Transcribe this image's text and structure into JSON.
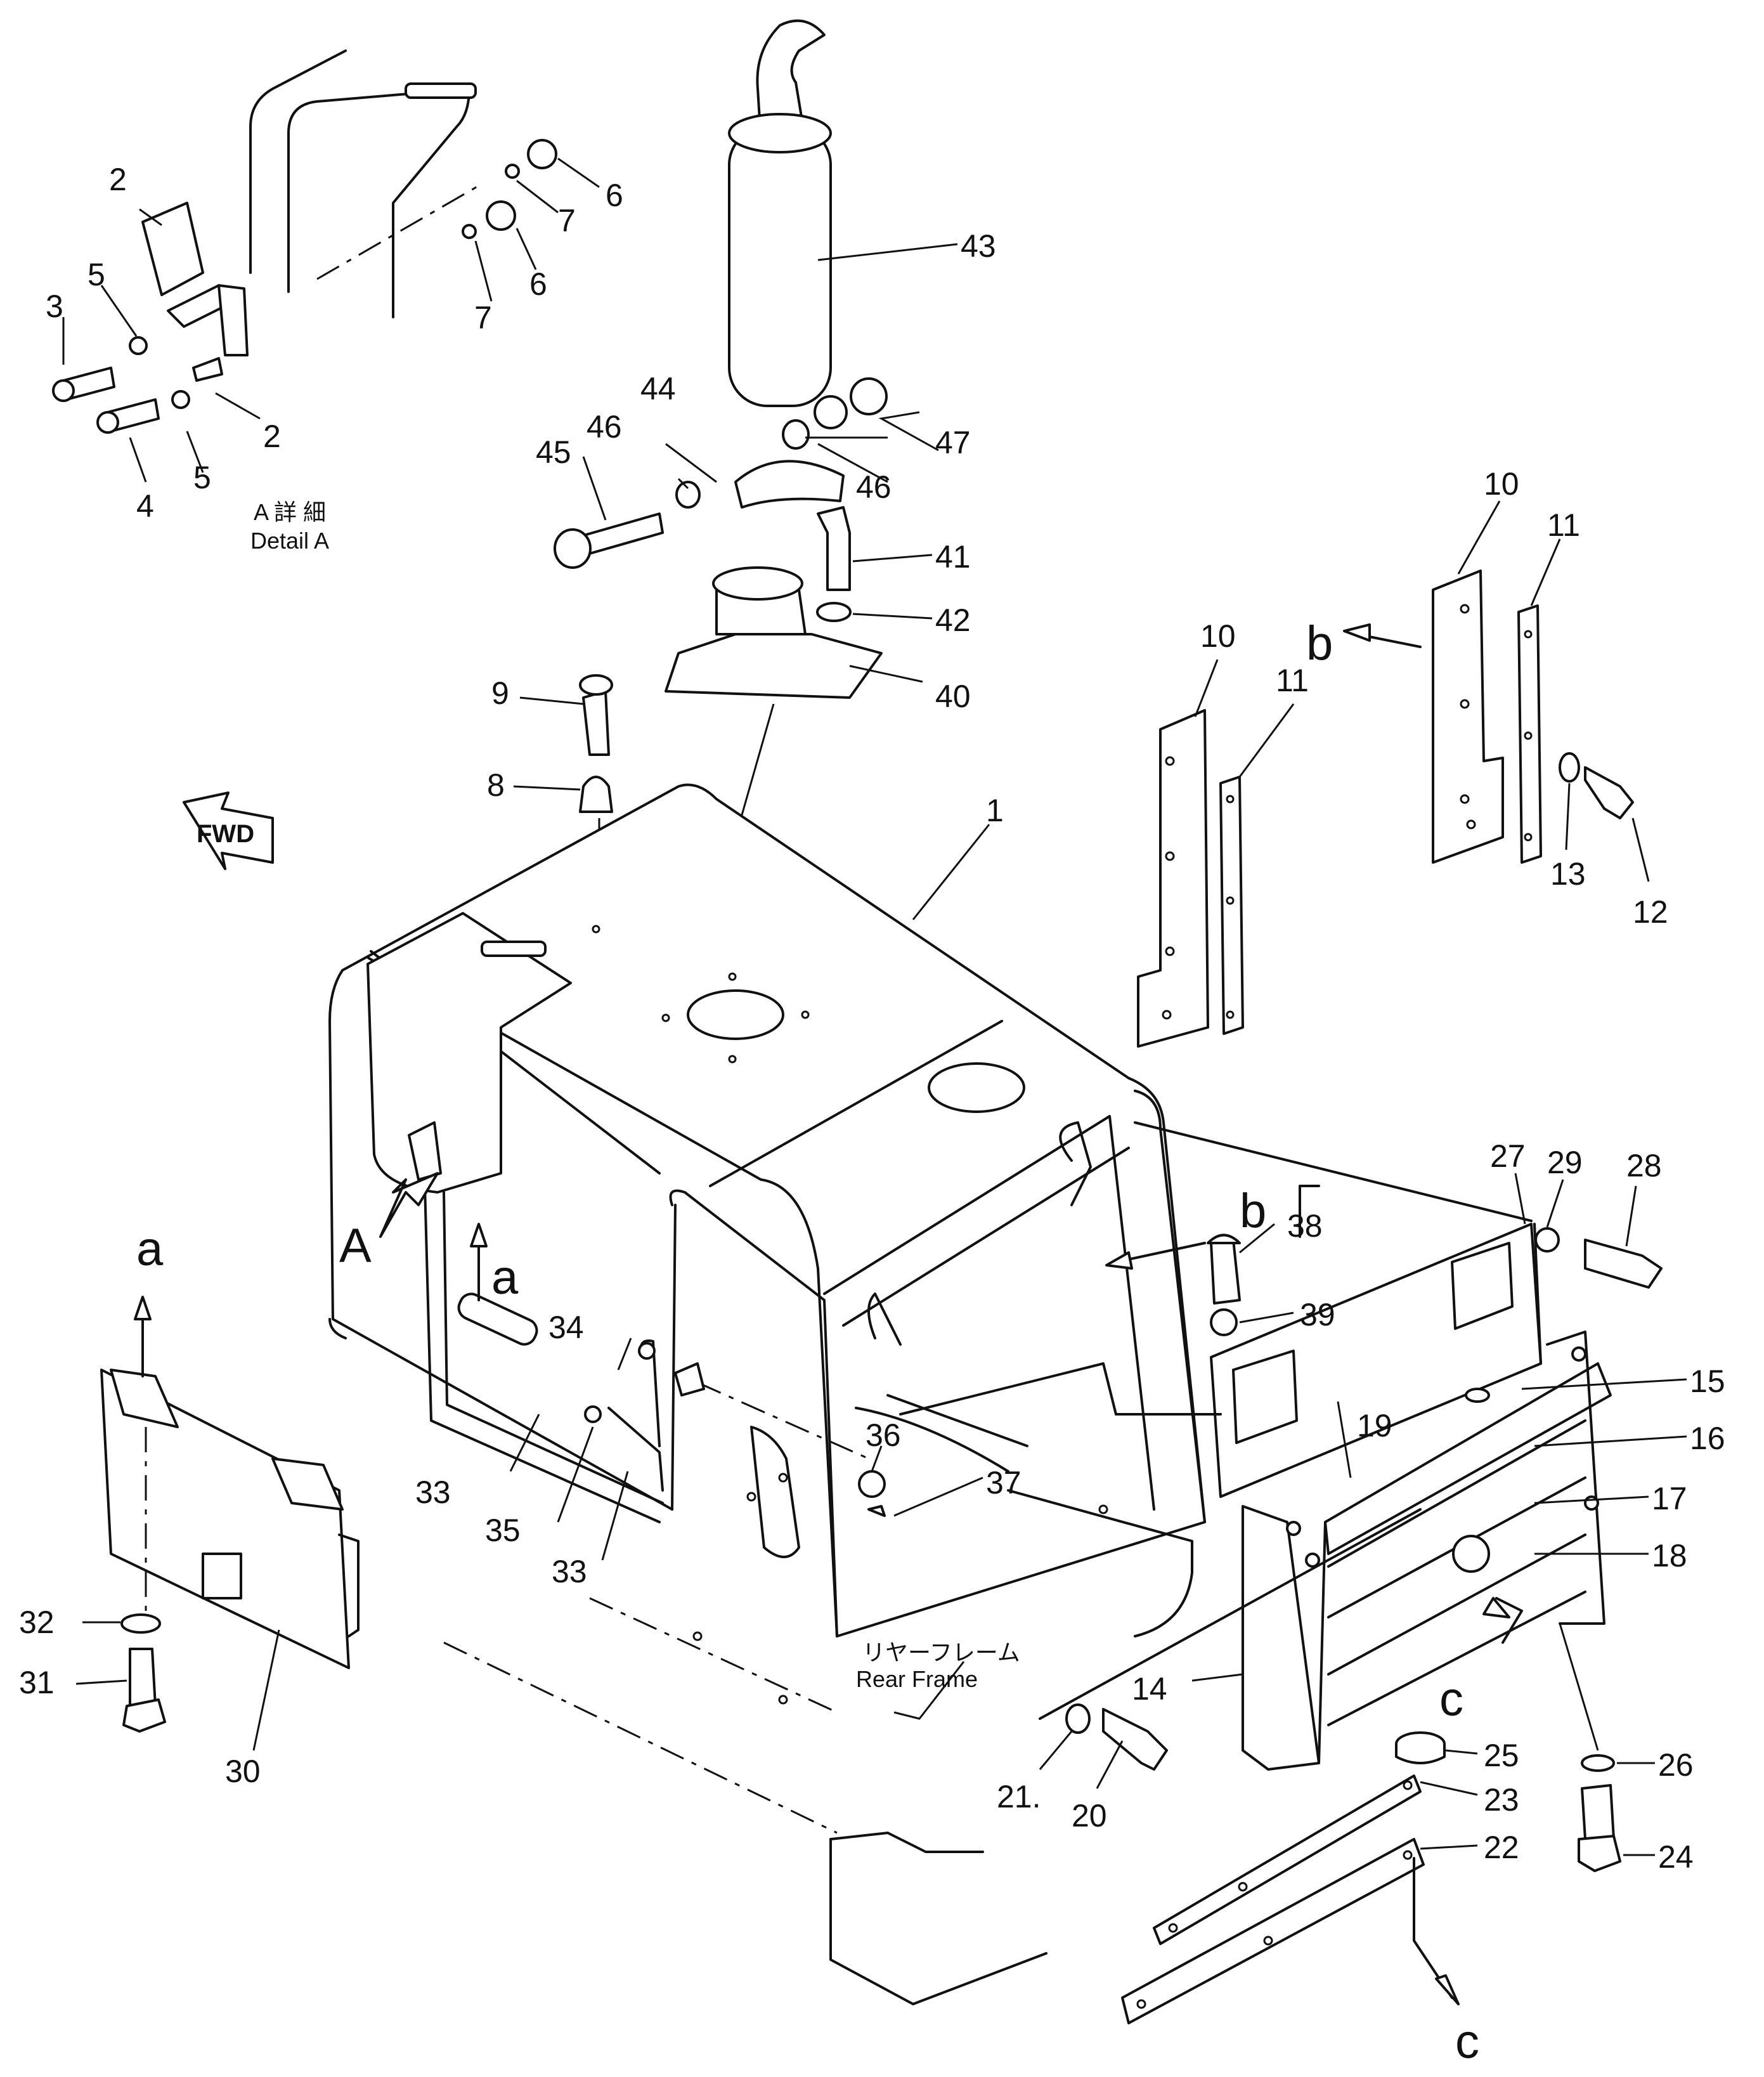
{
  "parts": [
    "1",
    "2",
    "3",
    "4",
    "5",
    "6",
    "7",
    "8",
    "9",
    "10",
    "11",
    "12",
    "13",
    "14",
    "15",
    "16",
    "17",
    "18",
    "19",
    "20",
    "21",
    "22",
    "23",
    "24",
    "25",
    "26",
    "27",
    "28",
    "29",
    "30",
    "31",
    "32",
    "33",
    "34",
    "35",
    "36",
    "37",
    "38",
    "39",
    "40",
    "41",
    "42",
    "43",
    "44",
    "45",
    "46",
    "47"
  ],
  "reference_letters": {
    "A": "A",
    "a": "a",
    "b": "b",
    "c": "c"
  },
  "labels": {
    "detail_jp": "A 詳 細",
    "detail_en": "Detail A",
    "rear_frame_jp": "リヤーフレーム",
    "rear_frame_en": "Rear Frame",
    "fwd": "FWD",
    "mark_21": "21."
  }
}
